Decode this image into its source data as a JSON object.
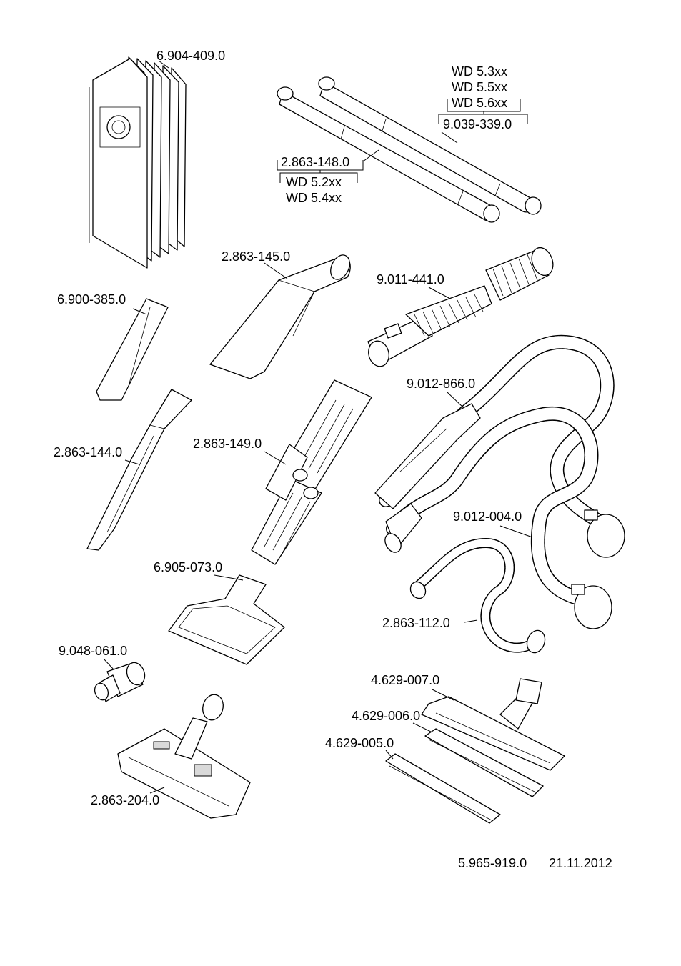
{
  "parts": {
    "bags": "6.904-409.0",
    "tube_wd53": "9.039-339.0",
    "tube_wd52": "2.863-148.0",
    "upholstery_nozzle": "2.863-145.0",
    "adapter_hose": "9.011-441.0",
    "crevice_short": "6.900-385.0",
    "suction_hose_handle": "9.012-866.0",
    "crevice_long": "2.863-144.0",
    "window_strips": "2.863-149.0",
    "suction_hose": "9.012-004.0",
    "wide_nozzle": "6.905-073.0",
    "hose_small": "2.863-112.0",
    "adapter": "9.048-061.0",
    "floor_nozzle_wet": "4.629-007.0",
    "strip_rubber": "4.629-006.0",
    "strip_brush": "4.629-005.0",
    "floor_nozzle_switch": "2.863-204.0"
  },
  "models": {
    "wd53": "WD 5.3xx",
    "wd55": "WD 5.5xx",
    "wd56": "WD 5.6xx",
    "wd52": "WD 5.2xx",
    "wd54": "WD 5.4xx"
  },
  "footer": {
    "doc_number": "5.965-919.0",
    "date": "21.11.2012"
  },
  "colors": {
    "line": "#000000",
    "background": "#ffffff"
  }
}
